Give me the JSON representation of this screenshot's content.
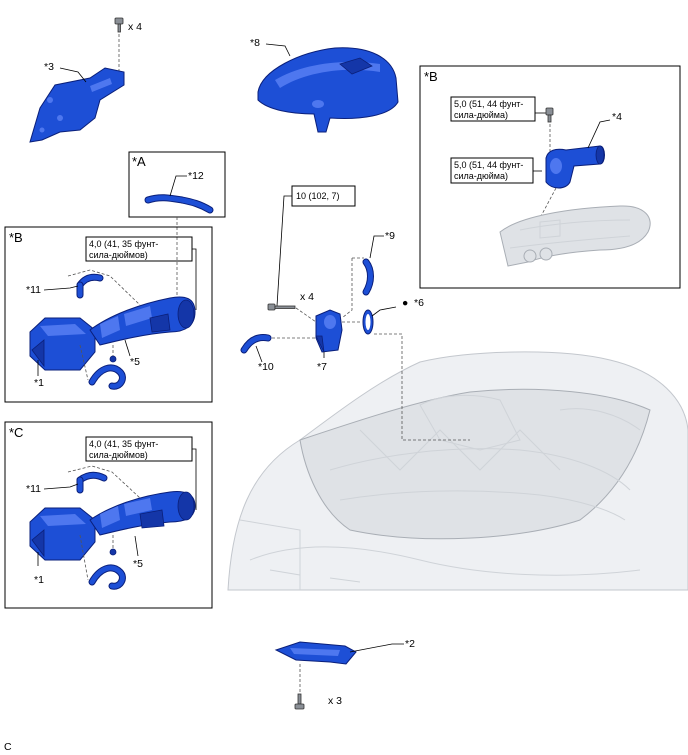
{
  "callouts": {
    "p1a": "*1",
    "p1b": "*1",
    "p2": "*2",
    "p3": "*3",
    "p4": "*4",
    "p5a": "*5",
    "p5b": "*5",
    "p6": "*6",
    "p7": "*7",
    "p8": "*8",
    "p9": "*9",
    "p10": "*10",
    "p11a": "*11",
    "p11b": "*11",
    "p12": "*12"
  },
  "views": {
    "a": "*A",
    "b_left": "*B",
    "b_right": "*B",
    "c": "*C"
  },
  "quantities": {
    "top_bolts": "x 4",
    "throttle_bolts": "x 4",
    "bottom_bolts": "x 3"
  },
  "torques": {
    "throttle": "10 (102, 7)",
    "b_left_line1": "4,0 (41, 35 фунт-",
    "b_left_line2": "сила-дюймов)",
    "c_line1": "4,0 (41, 35 фунт-",
    "c_line2": "сила-дюймов)",
    "b_right_top_line1": "5,0 (51, 44 фунт-",
    "b_right_top_line2": "сила-дюйма)",
    "b_right_mid_line1": "5,0 (51, 44 фунт-",
    "b_right_mid_line2": "сила-дюйма)"
  },
  "markers": {
    "new_part_dot": "●"
  },
  "footer": {
    "code": "C"
  }
}
